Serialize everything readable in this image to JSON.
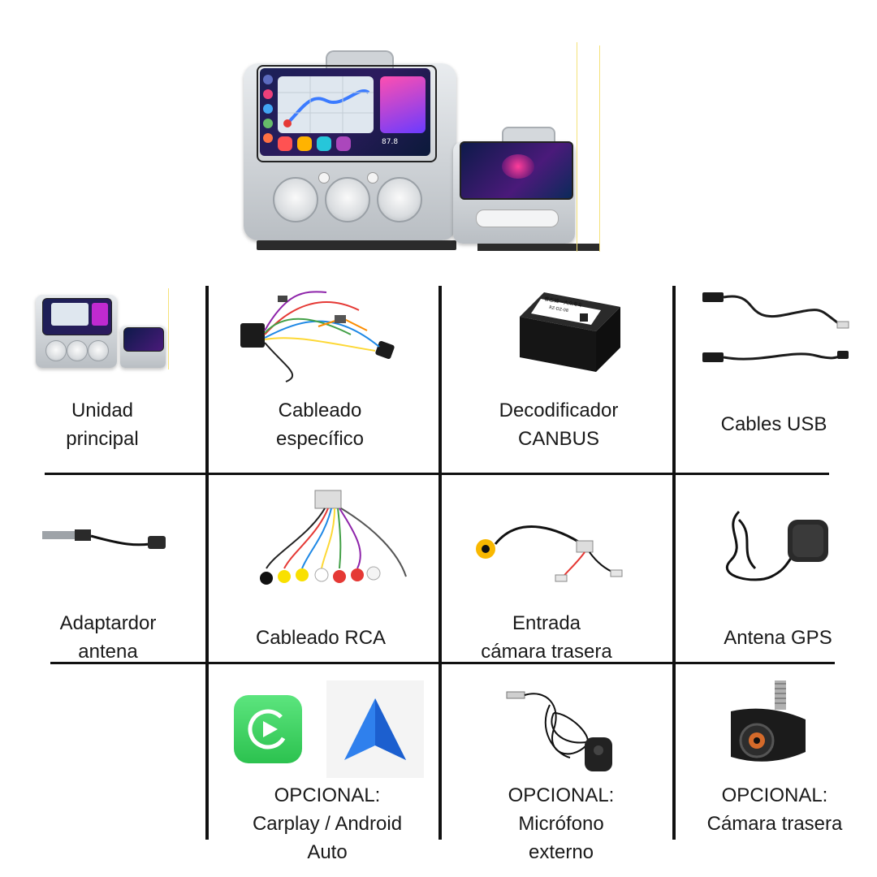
{
  "items": [
    {
      "id": "unidad-principal",
      "label": "Unidad\nprincipal"
    },
    {
      "id": "cableado-especifico",
      "label": "Cableado\nespecífico"
    },
    {
      "id": "decodificador-canbus",
      "label": "Decodificador\nCANBUS"
    },
    {
      "id": "cables-usb",
      "label": "Cables USB"
    },
    {
      "id": "adaptador-antena",
      "label": "Adaptardor\nantena"
    },
    {
      "id": "cableado-rca",
      "label": "Cableado RCA"
    },
    {
      "id": "entrada-camara",
      "label": "Entrada\ncámara trasera"
    },
    {
      "id": "antena-gps",
      "label": "Antena GPS"
    },
    {
      "id": "opcional-carplay",
      "label": "OPCIONAL:\nCarplay / Android\nAuto"
    },
    {
      "id": "opcional-microfono",
      "label": "OPCIONAL:\nMicrófono\nexterno"
    },
    {
      "id": "opcional-camara",
      "label": "OPCIONAL:\nCámara trasera"
    }
  ],
  "decoder_text": {
    "line1": "睿志诚一大众专车",
    "line2": "RZ-DZ-08"
  },
  "hero_screen": {
    "radio_value": "87.8"
  },
  "colors": {
    "grid_line": "#111111",
    "carplay_green": "#3bd160",
    "android_blue": "#2f80ed"
  }
}
